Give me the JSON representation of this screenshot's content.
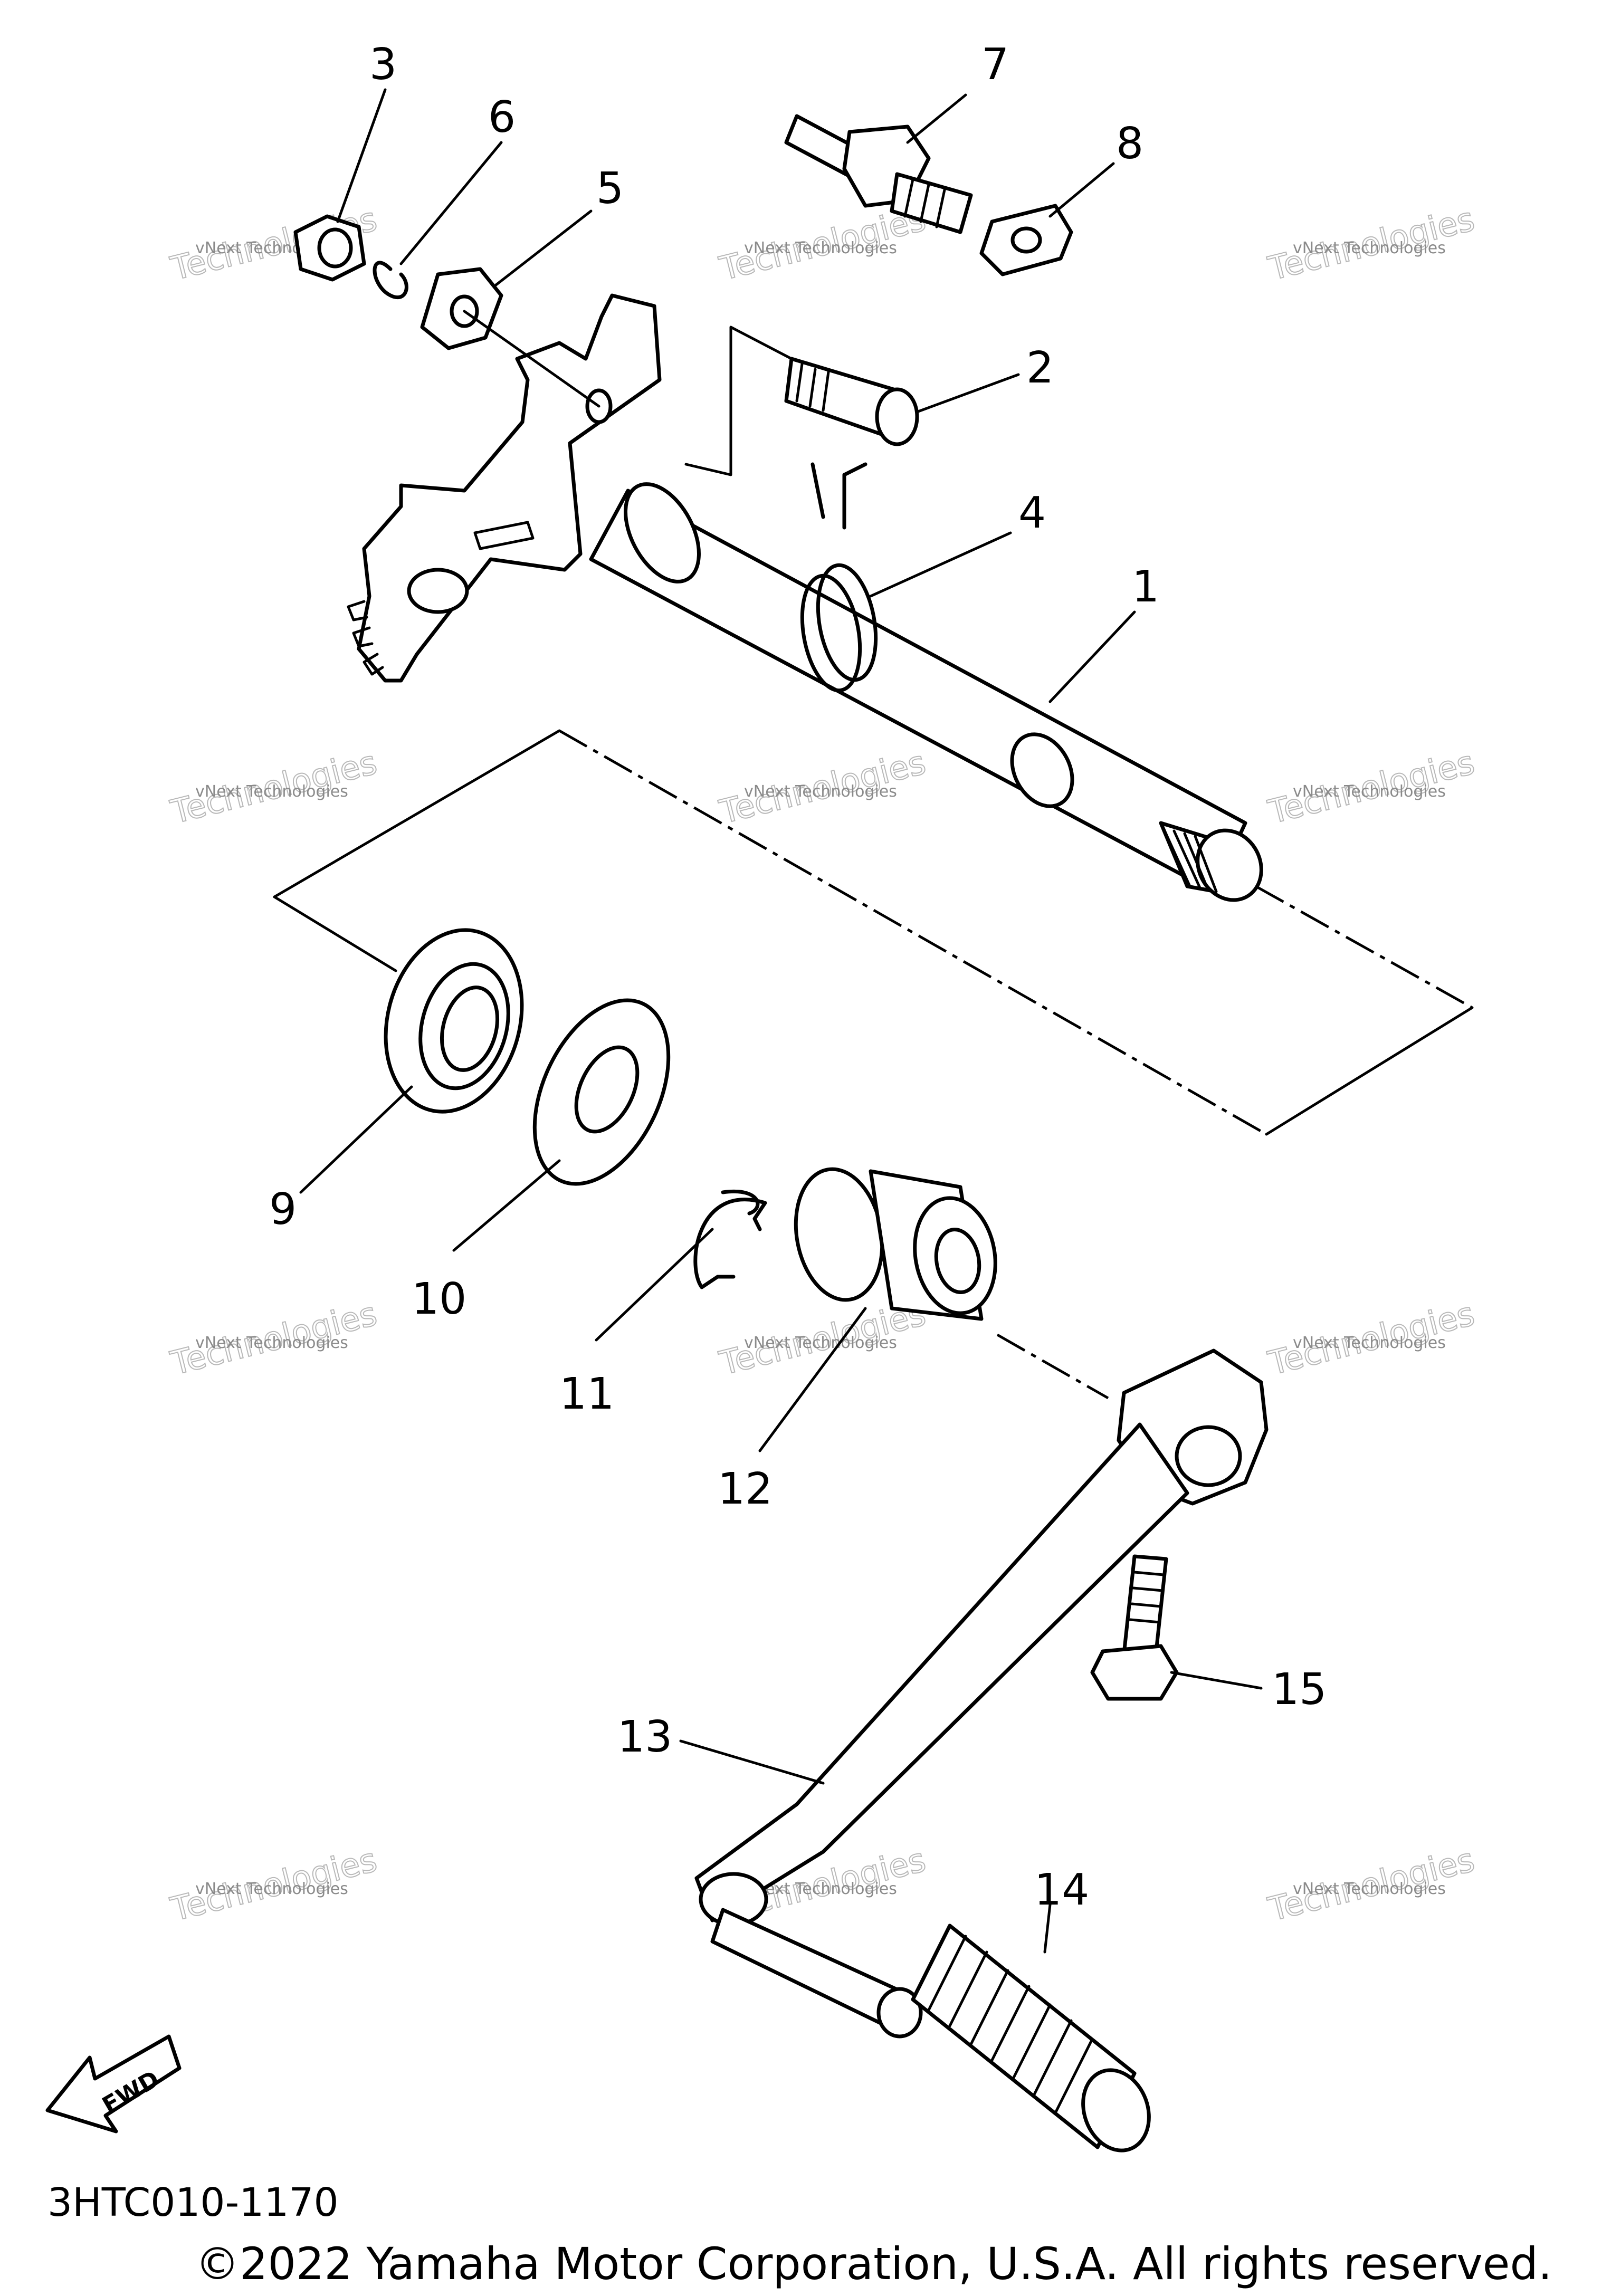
{
  "diagram": {
    "part_labels": {
      "p1": "1",
      "p2": "2",
      "p3": "3",
      "p4": "4",
      "p5": "5",
      "p6": "6",
      "p7": "7",
      "p8": "8",
      "p9": "9",
      "p10": "10",
      "p11": "11",
      "p12": "12",
      "p13": "13",
      "p14": "14",
      "p15": "15"
    },
    "fwd_label": "FWD",
    "diagram_code": "3HTC010-1170",
    "copyright": "©2022 Yamaha Motor Corporation, U.S.A. All rights reserved."
  },
  "watermark": {
    "line1": "vNext Technologies",
    "line2": "Technologies",
    "line3": "vNext"
  }
}
